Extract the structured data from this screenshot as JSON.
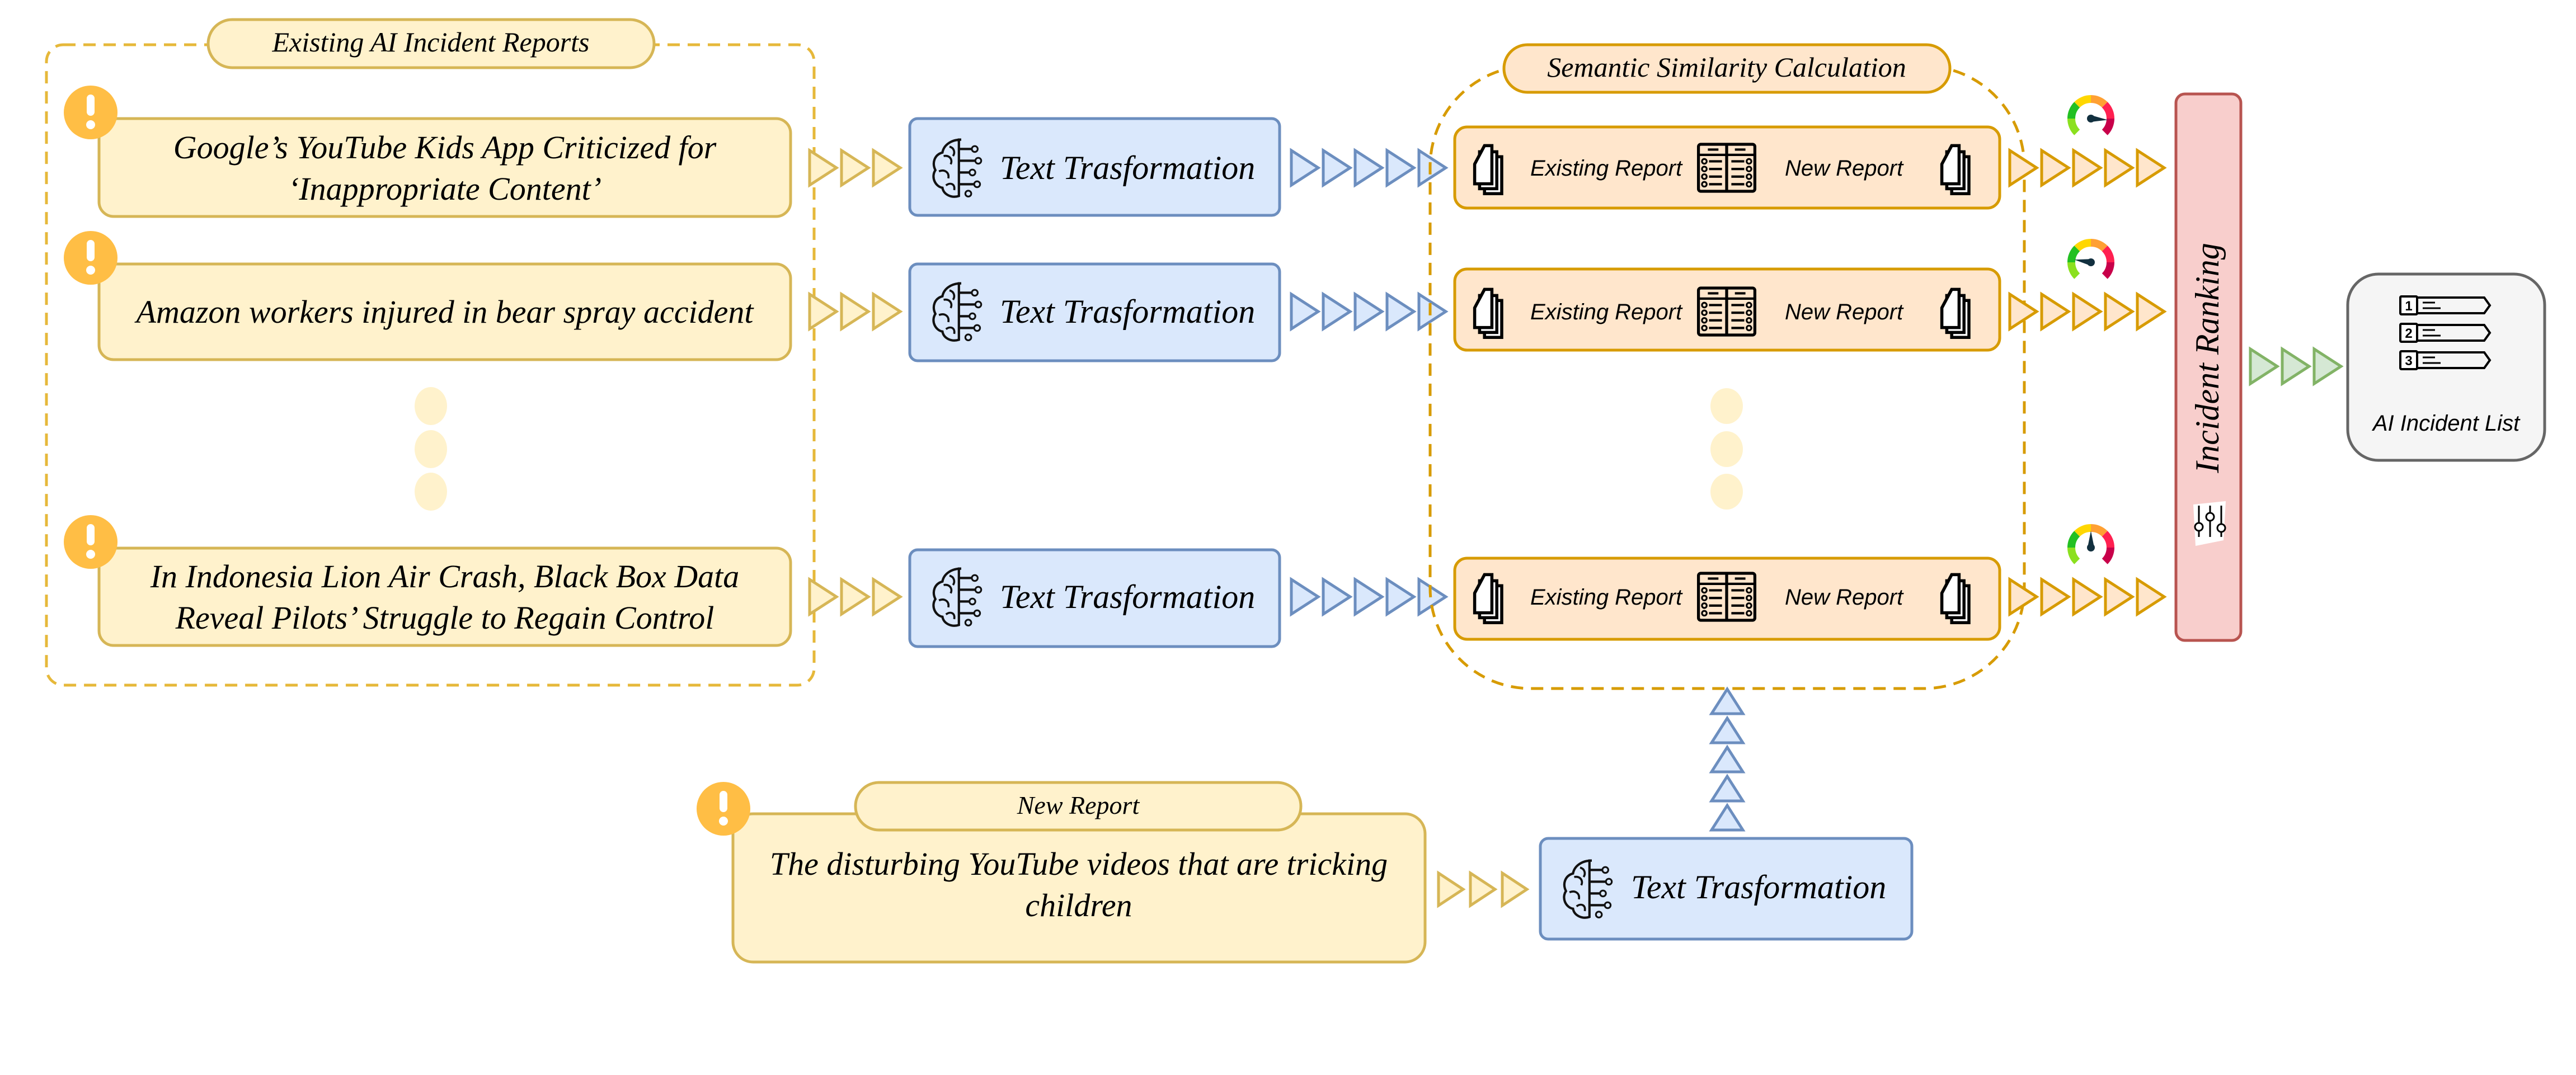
{
  "existing_reports": {
    "title": "Existing AI Incident Reports",
    "items": [
      {
        "lines": [
          "Google’s YouTube Kids App Criticized for",
          "‘Inappropriate Content’"
        ],
        "icon": "alert-icon"
      },
      {
        "lines": [
          "Amazon workers injured in bear spray accident"
        ],
        "icon": "alert-icon"
      },
      {
        "lines": [
          "In Indonesia Lion Air Crash, Black Box Data",
          "Reveal Pilots’ Struggle to Regain Control"
        ],
        "icon": "alert-icon"
      }
    ],
    "ellipsis": "vertical-dots"
  },
  "text_transformation": {
    "label": "Text Trasformation",
    "icon": "brain-circuit-icon"
  },
  "semantic_similarity": {
    "title": "Semantic Similarity Calculation",
    "rows": [
      {
        "left_label": "Existing Report",
        "right_label": "New Report",
        "gauge_level": 0.85
      },
      {
        "left_label": "Existing Report",
        "right_label": "New Report",
        "gauge_level": 0.2
      },
      {
        "left_label": "Existing Report",
        "right_label": "New Report",
        "gauge_level": 0.5
      }
    ],
    "doc_icon": "documents-stack-icon",
    "compare_icon": "comparison-table-icon"
  },
  "ranking": {
    "label": "Incident Ranking",
    "icon": "sliders-icon"
  },
  "output": {
    "label": "AI Incident List",
    "ranks": [
      "1",
      "2",
      "3"
    ],
    "icon": "ranked-list-icon"
  },
  "new_report": {
    "title": "New Report",
    "lines": [
      "The disturbing YouTube videos that are tricking",
      "children"
    ],
    "icon": "alert-icon"
  },
  "colors": {
    "yellow_fill": "#fff2cc",
    "yellow_stroke": "#d6b656",
    "alert": "#ffbe45",
    "blue_fill": "#dae8fc",
    "blue_stroke": "#6c8ebf",
    "orange_fill": "#ffe6cc",
    "orange_stroke": "#d79b00",
    "red_fill": "#f8cecc",
    "red_stroke": "#b85450",
    "green_fill": "#d5e8d4",
    "green_stroke": "#82b366",
    "gray_fill": "#f5f5f5",
    "gray_stroke": "#666666"
  }
}
